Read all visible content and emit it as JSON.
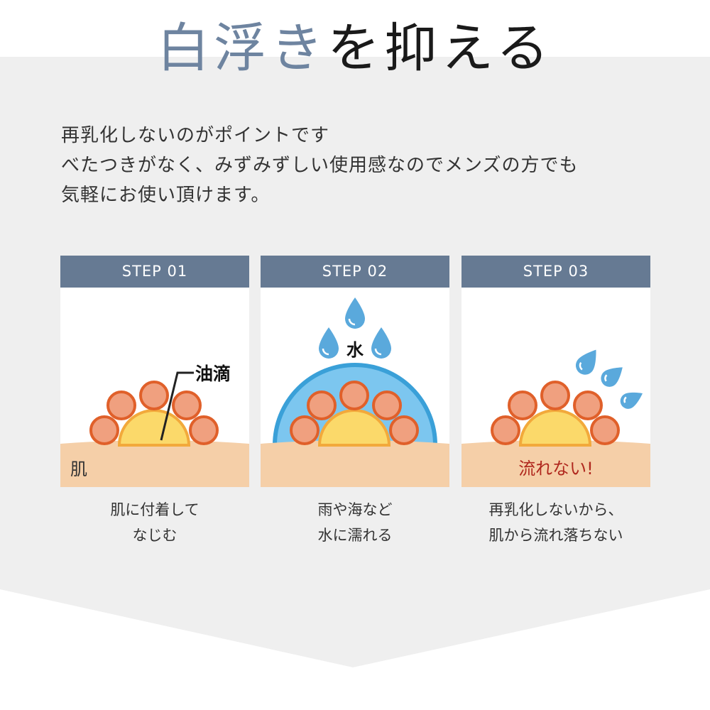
{
  "title": {
    "accent": "白浮き",
    "rest": "を抑える"
  },
  "intro": {
    "line1": "再乳化しないのがポイントです",
    "line2": "べたつきがなく、みずみずしい使用感なのでメンズの方でも",
    "line3": "気軽にお使い頂けます。"
  },
  "steps": [
    {
      "label": "STEP 01",
      "skin_label": "肌",
      "oil_label": "油滴",
      "caption_line1": "肌に付着して",
      "caption_line2": "なじむ"
    },
    {
      "label": "STEP 02",
      "water_label": "水",
      "caption_line1": "雨や海など",
      "caption_line2": "水に濡れる"
    },
    {
      "label": "STEP 03",
      "skin_label": "流れない!",
      "caption_line1": "再乳化しないから、",
      "caption_line2": "肌から流れ落ちない"
    }
  ],
  "colors": {
    "background_band": "#efefef",
    "header": "#667a93",
    "skin": "#f5cfa8",
    "oil_drop_fill": "#f0a07f",
    "oil_drop_stroke": "#e0602a",
    "core_fill": "#fbd96a",
    "core_stroke": "#f2a93b",
    "water_dome": "#7cc6ef",
    "water_dome_stroke": "#3aa0d8",
    "water_drop": "#5aa9dc",
    "warning_text": "#b0281e"
  }
}
